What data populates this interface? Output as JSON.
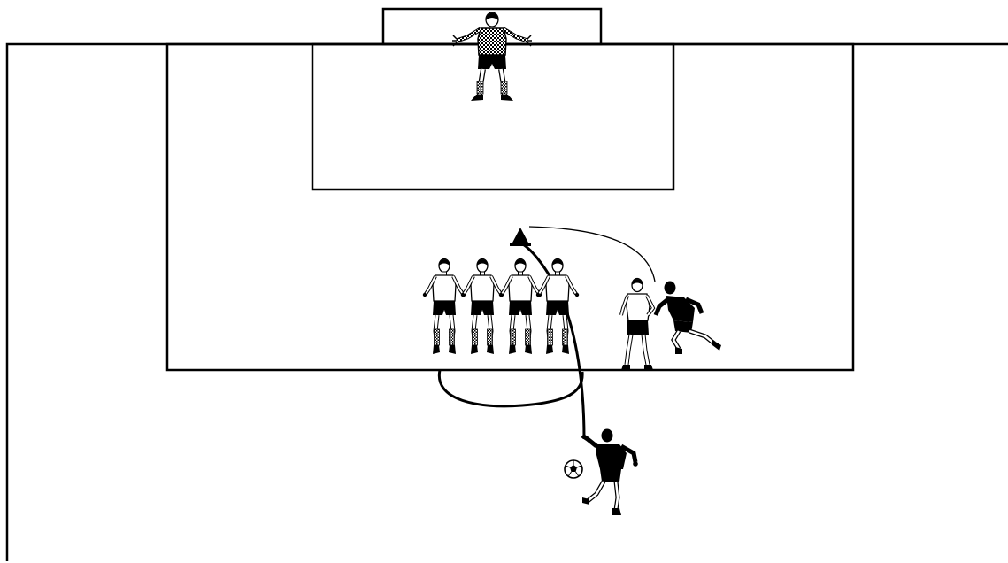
{
  "diagram": {
    "type": "soccer-free-kick-drill",
    "pitch_color": "#ffffff",
    "line_color": "#000000",
    "elements": {
      "goalkeeper": {
        "role": "goalkeeper",
        "count": 1,
        "kit": "checkered-shirt"
      },
      "defensive_wall": {
        "role": "defender",
        "count": 4,
        "kit": "white"
      },
      "defender": {
        "role": "defender",
        "count": 1,
        "kit": "white"
      },
      "attackers": {
        "role": "attacker",
        "count": 2,
        "kit": "black"
      },
      "ball": {
        "count": 1
      },
      "cone": {
        "count": 1,
        "color": "#000000"
      },
      "paths": [
        {
          "name": "kicker-run-to-cone",
          "style": "thick-curve"
        },
        {
          "name": "curl-around-wall",
          "style": "thick-curve"
        },
        {
          "name": "runner-path-to-cone",
          "style": "thin-curve"
        }
      ]
    }
  }
}
